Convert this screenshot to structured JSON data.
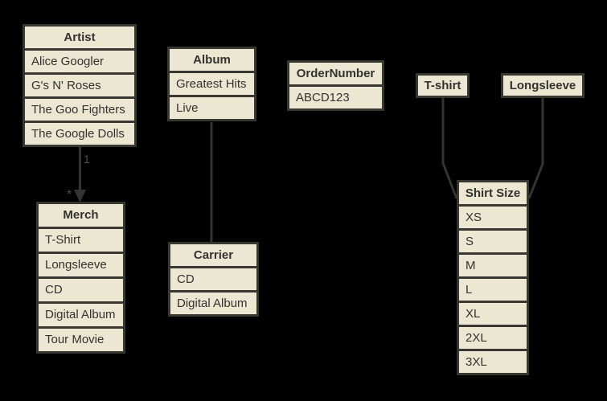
{
  "colors": {
    "background": "#000000",
    "table_fill": "#ece7d3",
    "table_border": "#393830",
    "table_text": "#33322c",
    "connector_line": "#343430",
    "cardinality_label": "#4e4e4c"
  },
  "tables": {
    "artist": {
      "title": "Artist",
      "rows": [
        "Alice Googler",
        "G's N' Roses",
        "The Goo Fighters",
        "The Google Dolls"
      ]
    },
    "album": {
      "title": "Album",
      "rows": [
        "Greatest Hits",
        "Live"
      ]
    },
    "order_number": {
      "title": "OrderNumber",
      "rows": [
        "ABCD123"
      ]
    },
    "tshirt": {
      "title": "T-shirt",
      "rows": []
    },
    "longsleeve": {
      "title": "Longsleeve",
      "rows": []
    },
    "merch": {
      "title": "Merch",
      "rows": [
        "T-Shirt",
        "Longsleeve",
        "CD",
        "Digital Album",
        "Tour Movie"
      ]
    },
    "carrier": {
      "title": "Carrier",
      "rows": [
        "CD",
        "Digital Album"
      ]
    },
    "shirt_size": {
      "title": "Shirt Size",
      "rows": [
        "XS",
        "S",
        "M",
        "L",
        "XL",
        "2XL",
        "3XL"
      ]
    }
  },
  "connectors": {
    "artist_merch": {
      "from": "Artist",
      "to": "Merch",
      "source_label": "1",
      "target_label": "*"
    },
    "album_carrier": {
      "from": "Album",
      "to": "Carrier"
    },
    "tshirt_shirt_size": {
      "from": "T-shirt",
      "to": "Shirt Size"
    },
    "longsleeve_shirt_size": {
      "from": "Longsleeve",
      "to": "Shirt Size"
    }
  }
}
